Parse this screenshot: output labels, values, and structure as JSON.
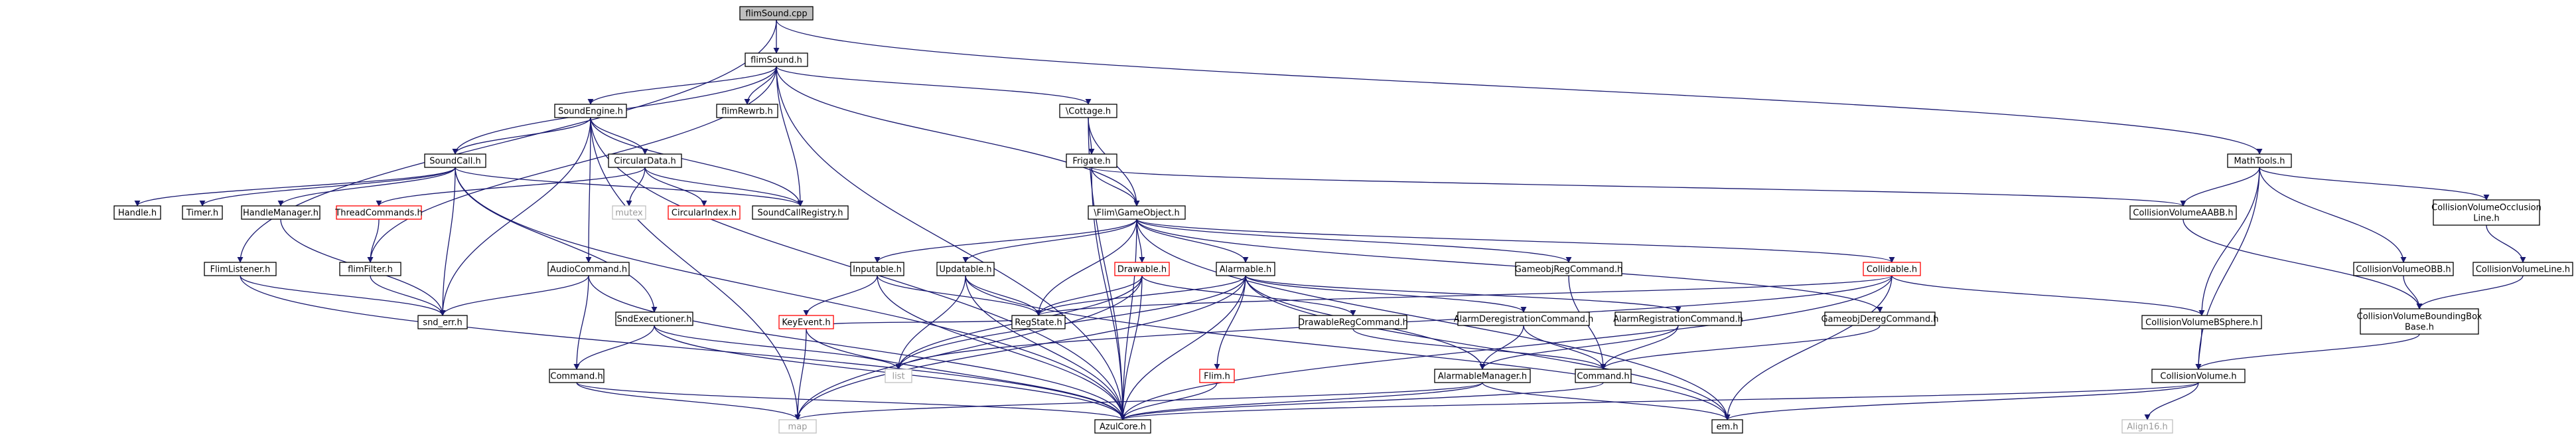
{
  "diagram": {
    "colors": {
      "edge": "#191970",
      "node_border": "#000000",
      "node_border_red": "#ff0000",
      "node_border_gray": "#bfbfbf",
      "root_fill": "#bfbfbf",
      "node_fill": "#ffffff"
    },
    "nodes": [
      {
        "id": "root",
        "lines": [
          "flimSound.cpp"
        ],
        "style": "root"
      },
      {
        "id": "flimsound_h",
        "lines": [
          "flimSound.h"
        ],
        "style": "normal"
      },
      {
        "id": "soundengine_h",
        "lines": [
          "SoundEngine.h"
        ],
        "style": "normal"
      },
      {
        "id": "flimrewrb_h",
        "lines": [
          "flimRewrb.h"
        ],
        "style": "normal"
      },
      {
        "id": "cottage_h",
        "lines": [
          "\\Cottage.h"
        ],
        "style": "normal"
      },
      {
        "id": "mathtools_h",
        "lines": [
          "MathTools.h"
        ],
        "style": "normal"
      },
      {
        "id": "soundcall_h",
        "lines": [
          "SoundCall.h"
        ],
        "style": "normal"
      },
      {
        "id": "circulardata_h",
        "lines": [
          "CircularData.h"
        ],
        "style": "normal"
      },
      {
        "id": "frigate_h",
        "lines": [
          "Frigate.h"
        ],
        "style": "normal"
      },
      {
        "id": "handle_h",
        "lines": [
          "Handle.h"
        ],
        "style": "normal"
      },
      {
        "id": "timer_h",
        "lines": [
          "Timer.h"
        ],
        "style": "normal"
      },
      {
        "id": "handlemanager_h",
        "lines": [
          "HandleManager.h"
        ],
        "style": "normal"
      },
      {
        "id": "threadcommands_h",
        "lines": [
          "ThreadCommands.h"
        ],
        "style": "red"
      },
      {
        "id": "mutex",
        "lines": [
          "mutex"
        ],
        "style": "gray"
      },
      {
        "id": "circularindex_h",
        "lines": [
          "CircularIndex.h"
        ],
        "style": "red"
      },
      {
        "id": "soundcallregistry_h",
        "lines": [
          "SoundCallRegistry.h"
        ],
        "style": "normal"
      },
      {
        "id": "flimgameobject_h",
        "lines": [
          "\\Flim\\GameObject.h"
        ],
        "style": "normal"
      },
      {
        "id": "collisionvolumeaabb_h",
        "lines": [
          "CollisionVolumeAABB.h"
        ],
        "style": "normal"
      },
      {
        "id": "collisionvolumeocclusionline_h",
        "lines": [
          "CollisionVolumeOcclusion",
          "Line.h"
        ],
        "style": "normal"
      },
      {
        "id": "flimlistener_h",
        "lines": [
          "FlimListener.h"
        ],
        "style": "normal"
      },
      {
        "id": "flimfilter_h",
        "lines": [
          "flimFilter.h"
        ],
        "style": "normal"
      },
      {
        "id": "audiocommand_h",
        "lines": [
          "AudioCommand.h"
        ],
        "style": "normal"
      },
      {
        "id": "inputable_h",
        "lines": [
          "Inputable.h"
        ],
        "style": "normal"
      },
      {
        "id": "updatable_h",
        "lines": [
          "Updatable.h"
        ],
        "style": "normal"
      },
      {
        "id": "drawable_h",
        "lines": [
          "Drawable.h"
        ],
        "style": "red"
      },
      {
        "id": "alarmable_h",
        "lines": [
          "Alarmable.h"
        ],
        "style": "normal"
      },
      {
        "id": "gameobjregcommand_h",
        "lines": [
          "GameobjRegCommand.h"
        ],
        "style": "normal"
      },
      {
        "id": "collidable_h",
        "lines": [
          "Collidable.h"
        ],
        "style": "red"
      },
      {
        "id": "collisionvolumeobb_h",
        "lines": [
          "CollisionVolumeOBB.h"
        ],
        "style": "normal"
      },
      {
        "id": "collisionvolumeline_h",
        "lines": [
          "CollisionVolumeLine.h"
        ],
        "style": "normal"
      },
      {
        "id": "snd_err_h",
        "lines": [
          "snd_err.h"
        ],
        "style": "normal"
      },
      {
        "id": "sndexecutioner_h",
        "lines": [
          "SndExecutioner.h"
        ],
        "style": "normal"
      },
      {
        "id": "keyevent_h",
        "lines": [
          "KeyEvent.h"
        ],
        "style": "red"
      },
      {
        "id": "regstate_h",
        "lines": [
          "RegState.h"
        ],
        "style": "normal"
      },
      {
        "id": "drawableregcommand_h",
        "lines": [
          "DrawableRegCommand.h"
        ],
        "style": "normal"
      },
      {
        "id": "alarmderegistrationcommand_h",
        "lines": [
          "AlarmDeregistrationCommand.h"
        ],
        "style": "normal"
      },
      {
        "id": "alarmregistrationcommand_h",
        "lines": [
          "AlarmRegistrationCommand.h"
        ],
        "style": "normal"
      },
      {
        "id": "gameobjderegcommand_h",
        "lines": [
          "GameobjDeregCommand.h"
        ],
        "style": "normal"
      },
      {
        "id": "collisionvolumebsphere_h",
        "lines": [
          "CollisionVolumeBSphere.h"
        ],
        "style": "normal"
      },
      {
        "id": "collisionvolumeboundingboxbase_h",
        "lines": [
          "CollisionVolumeBoundingBox",
          "Base.h"
        ],
        "style": "normal"
      },
      {
        "id": "command_h_left",
        "lines": [
          "Command.h"
        ],
        "style": "normal"
      },
      {
        "id": "list",
        "lines": [
          "list"
        ],
        "style": "gray"
      },
      {
        "id": "flim_h",
        "lines": [
          "Flim.h"
        ],
        "style": "red"
      },
      {
        "id": "alarmablemanager_h",
        "lines": [
          "AlarmableManager.h"
        ],
        "style": "normal"
      },
      {
        "id": "command_h",
        "lines": [
          "Command.h"
        ],
        "style": "normal"
      },
      {
        "id": "collisionvolume_h",
        "lines": [
          "CollisionVolume.h"
        ],
        "style": "normal"
      },
      {
        "id": "map",
        "lines": [
          "map"
        ],
        "style": "gray"
      },
      {
        "id": "azulcore_h",
        "lines": [
          "AzulCore.h"
        ],
        "style": "normal"
      },
      {
        "id": "em_h",
        "lines": [
          "em.h"
        ],
        "style": "normal"
      },
      {
        "id": "align16_h",
        "lines": [
          "Align16.h"
        ],
        "style": "gray"
      }
    ],
    "edges": [
      [
        "root",
        "flimsound_h"
      ],
      [
        "root",
        "flimlistener_h"
      ],
      [
        "root",
        "mathtools_h"
      ],
      [
        "flimsound_h",
        "soundengine_h"
      ],
      [
        "flimsound_h",
        "flimrewrb_h"
      ],
      [
        "flimsound_h",
        "cottage_h"
      ],
      [
        "flimsound_h",
        "soundcall_h"
      ],
      [
        "flimsound_h",
        "soundcallregistry_h"
      ],
      [
        "flimsound_h",
        "flimgameobject_h"
      ],
      [
        "flimsound_h",
        "flimfilter_h"
      ],
      [
        "flimsound_h",
        "azulcore_h"
      ],
      [
        "soundengine_h",
        "soundcall_h"
      ],
      [
        "soundengine_h",
        "circulardata_h"
      ],
      [
        "soundengine_h",
        "soundcallregistry_h"
      ],
      [
        "soundengine_h",
        "audiocommand_h"
      ],
      [
        "soundengine_h",
        "snd_err_h"
      ],
      [
        "soundengine_h",
        "map"
      ],
      [
        "soundengine_h",
        "azulcore_h"
      ],
      [
        "soundcall_h",
        "handle_h"
      ],
      [
        "soundcall_h",
        "timer_h"
      ],
      [
        "soundcall_h",
        "handlemanager_h"
      ],
      [
        "soundcall_h",
        "soundcallregistry_h"
      ],
      [
        "soundcall_h",
        "snd_err_h"
      ],
      [
        "soundcall_h",
        "sndexecutioner_h"
      ],
      [
        "soundcall_h",
        "azulcore_h"
      ],
      [
        "circulardata_h",
        "mutex"
      ],
      [
        "circulardata_h",
        "circularindex_h"
      ],
      [
        "circulardata_h",
        "threadcommands_h"
      ],
      [
        "circulardata_h",
        "soundcallregistry_h"
      ],
      [
        "threadcommands_h",
        "flimfilter_h"
      ],
      [
        "handlemanager_h",
        "snd_err_h"
      ],
      [
        "flimfilter_h",
        "snd_err_h"
      ],
      [
        "flimlistener_h",
        "snd_err_h"
      ],
      [
        "flimlistener_h",
        "azulcore_h"
      ],
      [
        "audiocommand_h",
        "snd_err_h"
      ],
      [
        "audiocommand_h",
        "command_h_left"
      ],
      [
        "audiocommand_h",
        "azulcore_h"
      ],
      [
        "sndexecutioner_h",
        "command_h_left"
      ],
      [
        "sndexecutioner_h",
        "list"
      ],
      [
        "sndexecutioner_h",
        "azulcore_h"
      ],
      [
        "command_h_left",
        "map"
      ],
      [
        "command_h_left",
        "azulcore_h"
      ],
      [
        "cottage_h",
        "frigate_h"
      ],
      [
        "cottage_h",
        "flimgameobject_h"
      ],
      [
        "cottage_h",
        "azulcore_h"
      ],
      [
        "frigate_h",
        "flimgameobject_h"
      ],
      [
        "frigate_h",
        "collisionvolumeaabb_h"
      ],
      [
        "frigate_h",
        "azulcore_h"
      ],
      [
        "flimgameobject_h",
        "inputable_h"
      ],
      [
        "flimgameobject_h",
        "updatable_h"
      ],
      [
        "flimgameobject_h",
        "drawable_h"
      ],
      [
        "flimgameobject_h",
        "alarmable_h"
      ],
      [
        "flimgameobject_h",
        "gameobjregcommand_h"
      ],
      [
        "flimgameobject_h",
        "collidable_h"
      ],
      [
        "flimgameobject_h",
        "gameobjderegcommand_h"
      ],
      [
        "flimgameobject_h",
        "regstate_h"
      ],
      [
        "flimgameobject_h",
        "azulcore_h"
      ],
      [
        "flimgameobject_h",
        "em_h"
      ],
      [
        "inputable_h",
        "keyevent_h"
      ],
      [
        "inputable_h",
        "regstate_h"
      ],
      [
        "inputable_h",
        "azulcore_h"
      ],
      [
        "keyevent_h",
        "regstate_h"
      ],
      [
        "keyevent_h",
        "map"
      ],
      [
        "keyevent_h",
        "azulcore_h"
      ],
      [
        "updatable_h",
        "regstate_h"
      ],
      [
        "updatable_h",
        "list"
      ],
      [
        "updatable_h",
        "azulcore_h"
      ],
      [
        "updatable_h",
        "em_h"
      ],
      [
        "drawable_h",
        "regstate_h"
      ],
      [
        "drawable_h",
        "drawableregcommand_h"
      ],
      [
        "drawable_h",
        "list"
      ],
      [
        "drawable_h",
        "azulcore_h"
      ],
      [
        "drawable_h",
        "map"
      ],
      [
        "alarmable_h",
        "regstate_h"
      ],
      [
        "alarmable_h",
        "alarmderegistrationcommand_h"
      ],
      [
        "alarmable_h",
        "alarmregistrationcommand_h"
      ],
      [
        "alarmable_h",
        "alarmablemanager_h"
      ],
      [
        "alarmable_h",
        "flim_h"
      ],
      [
        "alarmable_h",
        "list"
      ],
      [
        "alarmable_h",
        "map"
      ],
      [
        "alarmable_h",
        "azulcore_h"
      ],
      [
        "alarmable_h",
        "em_h"
      ],
      [
        "alarmderegistrationcommand_h",
        "command_h"
      ],
      [
        "alarmderegistrationcommand_h",
        "alarmablemanager_h"
      ],
      [
        "alarmregistrationcommand_h",
        "command_h"
      ],
      [
        "alarmregistrationcommand_h",
        "alarmablemanager_h"
      ],
      [
        "drawableregcommand_h",
        "command_h"
      ],
      [
        "alarmablemanager_h",
        "map"
      ],
      [
        "alarmablemanager_h",
        "azulcore_h"
      ],
      [
        "alarmablemanager_h",
        "em_h"
      ],
      [
        "flim_h",
        "azulcore_h"
      ],
      [
        "gameobjregcommand_h",
        "command_h"
      ],
      [
        "gameobjderegcommand_h",
        "command_h"
      ],
      [
        "command_h",
        "azulcore_h"
      ],
      [
        "collidable_h",
        "regstate_h"
      ],
      [
        "collidable_h",
        "list"
      ],
      [
        "collidable_h",
        "collisionvolumebsphere_h"
      ],
      [
        "collidable_h",
        "azulcore_h"
      ],
      [
        "collidable_h",
        "em_h"
      ],
      [
        "mathtools_h",
        "collisionvolumeaabb_h"
      ],
      [
        "mathtools_h",
        "collisionvolumeocclusionline_h"
      ],
      [
        "mathtools_h",
        "collisionvolumeobb_h"
      ],
      [
        "mathtools_h",
        "collisionvolumebsphere_h"
      ],
      [
        "mathtools_h",
        "collisionvolume_h"
      ],
      [
        "collisionvolumeaabb_h",
        "collisionvolumeboundingboxbase_h"
      ],
      [
        "collisionvolumeocclusionline_h",
        "collisionvolumeline_h"
      ],
      [
        "collisionvolumeline_h",
        "collisionvolumeboundingboxbase_h"
      ],
      [
        "collisionvolumeobb_h",
        "collisionvolumeboundingboxbase_h"
      ],
      [
        "collisionvolumeboundingboxbase_h",
        "collisionvolume_h"
      ],
      [
        "collisionvolumebsphere_h",
        "collisionvolume_h"
      ],
      [
        "collisionvolume_h",
        "azulcore_h"
      ],
      [
        "collisionvolume_h",
        "em_h"
      ],
      [
        "collisionvolume_h",
        "align16_h"
      ]
    ]
  }
}
